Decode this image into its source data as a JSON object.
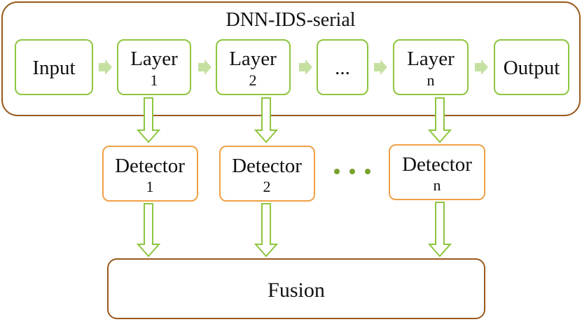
{
  "container": {
    "title": "DNN-IDS-serial"
  },
  "layers": [
    {
      "line1": "Input",
      "line2": ""
    },
    {
      "line1": "Layer",
      "line2": "1"
    },
    {
      "line1": "Layer",
      "line2": "2"
    },
    {
      "line1": "...",
      "line2": ""
    },
    {
      "line1": "Layer",
      "line2": "n"
    },
    {
      "line1": "Output",
      "line2": ""
    }
  ],
  "detectors": [
    {
      "line1": "Detector",
      "line2": "1"
    },
    {
      "line1": "Detector",
      "line2": "2"
    },
    {
      "line1": "Detector",
      "line2": "n"
    }
  ],
  "fusion": {
    "label": "Fusion"
  },
  "colors": {
    "container_border": "#9a5a1e",
    "layer_border": "#8dc63f",
    "detector_border": "#f0a045",
    "arrow": "#8dc63f",
    "chevron_fill": "#c5e0a0",
    "fusion_border": "#9a5a1e",
    "dots": "#7aa12d"
  }
}
